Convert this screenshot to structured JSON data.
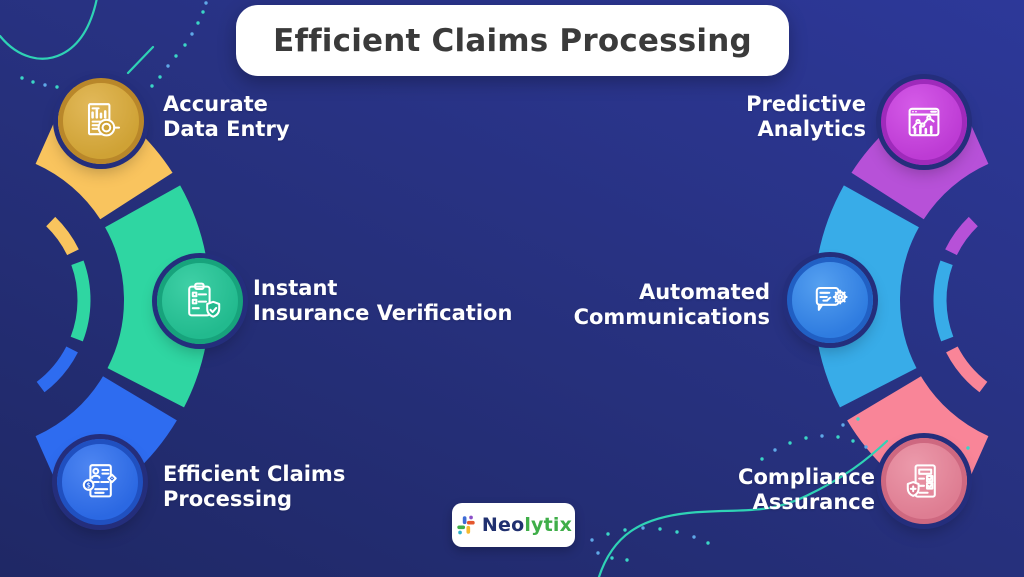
{
  "title": "Efficient Claims Processing",
  "left_items": [
    {
      "label_line1": "Accurate",
      "label_line2": "Data Entry",
      "icon": "document-chart-magnifier-icon",
      "segment_color": "#F9C45E",
      "badge_light": "#E2B95A",
      "badge_fill": "#CFA235",
      "badge_rim": "#B9872A"
    },
    {
      "label_line1": "Instant",
      "label_line2": "Insurance Verification",
      "icon": "clipboard-shield-check-icon",
      "segment_color": "#2FD6A2",
      "badge_light": "#3FD0A6",
      "badge_fill": "#22BA8E",
      "badge_rim": "#17A37C"
    },
    {
      "label_line1": "Efficient Claims",
      "label_line2": "Processing",
      "icon": "claims-document-coin-icon",
      "segment_color": "#2E6CF0",
      "badge_light": "#4E86F2",
      "badge_fill": "#2B68E2",
      "badge_rim": "#2050C0"
    }
  ],
  "right_items": [
    {
      "label_line1": "Predictive",
      "label_line2": "Analytics",
      "icon": "browser-analytics-chart-icon",
      "segment_color": "#B751D8",
      "badge_light": "#D55BE8",
      "badge_fill": "#BD3BD4",
      "badge_rim": "#9F2ABB"
    },
    {
      "label_line1": "Automated",
      "label_line2": "Communications",
      "icon": "chat-circuit-gear-icon",
      "segment_color": "#38ACE8",
      "badge_light": "#55A0F0",
      "badge_fill": "#2F7CE0",
      "badge_rim": "#2160C4"
    },
    {
      "label_line1": "Compliance",
      "label_line2": "Assurance",
      "icon": "document-checklist-shield-icon",
      "segment_color": "#F98598",
      "badge_light": "#EC9AAB",
      "badge_fill": "#DE7D92",
      "badge_rim": "#CE6880"
    }
  ],
  "brand": {
    "name_prefix": "Neo",
    "name_suffix": "lytix",
    "navy": "#20306F",
    "green": "#3FAE49",
    "mark_colors": [
      "#3E6BD5",
      "#3FAE49",
      "#F5B92E",
      "#E4572E",
      "#8B4FC8",
      "#2FB0C9"
    ]
  },
  "theme": {
    "background_top": "#2D3899",
    "background_bottom": "#1F2865",
    "card_bg": "#FFFFFF",
    "title_color": "#3A3A3A",
    "label_color": "#FFFFFF",
    "squiggle_color": "#2FD3B5",
    "dot_teal": "#3BD6C6",
    "dot_blue": "#5FA8E8",
    "badge_outline_navy": "#242E7C"
  }
}
